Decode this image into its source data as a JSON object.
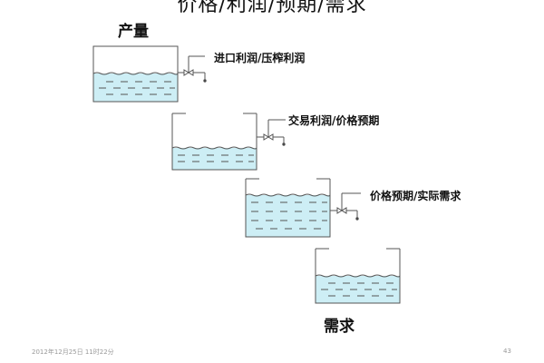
{
  "slide": {
    "title": "价格/利润/预期/需求",
    "top_label": "产量",
    "bottom_label": "需求",
    "tanks": [
      {
        "name": "tank-production",
        "valve_label": "进口利润/压榨利润",
        "fill_level": 0.55,
        "covered": true
      },
      {
        "name": "tank-trade",
        "valve_label": "交易利润/价格预期",
        "fill_level": 0.4,
        "covered": false
      },
      {
        "name": "tank-expectation",
        "valve_label": "价格预期/实际需求",
        "fill_level": 0.78,
        "covered": false
      },
      {
        "name": "tank-demand",
        "valve_label": "",
        "fill_level": 0.5,
        "covered": false
      }
    ],
    "footer": {
      "date": "2012年12月25日 11时22分",
      "page": "43"
    },
    "colors": {
      "water": "#cdeef5",
      "outline": "#555555",
      "dash": "#555555"
    }
  }
}
